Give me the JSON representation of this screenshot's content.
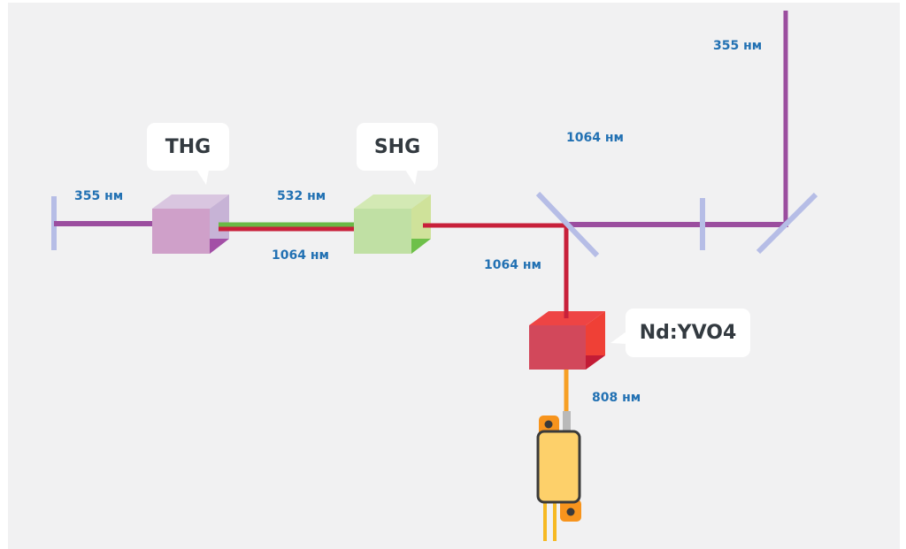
{
  "diagram": {
    "title": "",
    "components": {
      "thg": {
        "label": "THG",
        "color_front": "#cfa0c9",
        "color_top": "#d9c6e0",
        "color_side": "#c7b3d6",
        "color_shadow": "#a34fa6"
      },
      "shg": {
        "label": "SHG",
        "color_front": "#c0e0a4",
        "color_top": "#d3e9b4",
        "color_side": "#cfe29a",
        "color_shadow": "#6ec04a"
      },
      "crystal": {
        "label": "Nd:YVO4",
        "color_front": "#d2485b",
        "color_top": "#ee4444",
        "color_side": "#ef4036",
        "color_shadow": "#c31c36"
      },
      "pump_diode": {
        "label": "laser-diode",
        "body_color": "#fdd06a",
        "tab_color": "#f7941d",
        "border_color": "#3a3a3a",
        "leg_color": "#f6b923"
      }
    },
    "beams": {
      "uv": {
        "color": "#9b4e9f"
      },
      "green": {
        "color": "#6ab945"
      },
      "ir": {
        "color": "#c8203a"
      },
      "pump": {
        "color": "#f7a025"
      },
      "mirror": {
        "color": "#b6bde6"
      }
    },
    "wavelength_labels": {
      "uv_left": "355 нм",
      "green": "532 нм",
      "ir_between": "1064 нм",
      "ir_cavity": "1064 нм",
      "ir_down": "1064 нм",
      "uv_out": "355 нм",
      "pump": "808 нм"
    }
  }
}
